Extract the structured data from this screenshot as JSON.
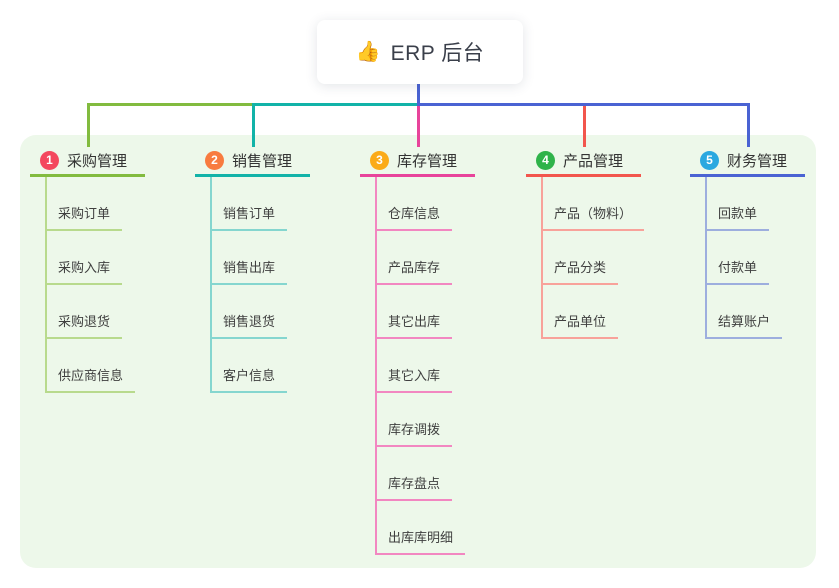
{
  "root": {
    "icon": "👍",
    "label": "ERP 后台"
  },
  "canvas": {
    "background": "#ffffff",
    "panel_bg": "#edf8ea",
    "stem_color": "#4a63d3",
    "root_text_color": "#3a3f4a"
  },
  "branches": [
    {
      "number": "1",
      "label": "采购管理",
      "badge_color": "#f4485e",
      "line_color": "#82bb3f",
      "child_line_color": "#b8da8d",
      "children": [
        "采购订单",
        "采购入库",
        "采购退货",
        "供应商信息"
      ]
    },
    {
      "number": "2",
      "label": "销售管理",
      "badge_color": "#f87b3f",
      "line_color": "#12b3a8",
      "child_line_color": "#85d6cf",
      "children": [
        "销售订单",
        "销售出库",
        "销售退货",
        "客户信息"
      ]
    },
    {
      "number": "3",
      "label": "库存管理",
      "badge_color": "#fbab19",
      "line_color": "#e8449b",
      "child_line_color": "#f287c1",
      "children": [
        "仓库信息",
        "产品库存",
        "其它出库",
        "其它入库",
        "库存调拨",
        "库存盘点",
        "出库库明细"
      ]
    },
    {
      "number": "4",
      "label": "产品管理",
      "badge_color": "#2fb34a",
      "line_color": "#f2564d",
      "child_line_color": "#f8a29a",
      "children": [
        "产品（物料）",
        "产品分类",
        "产品单位"
      ]
    },
    {
      "number": "5",
      "label": "财务管理",
      "badge_color": "#2aa8e0",
      "line_color": "#4a63d3",
      "child_line_color": "#9daede",
      "children": [
        "回款单",
        "付款单",
        "结算账户"
      ]
    }
  ]
}
